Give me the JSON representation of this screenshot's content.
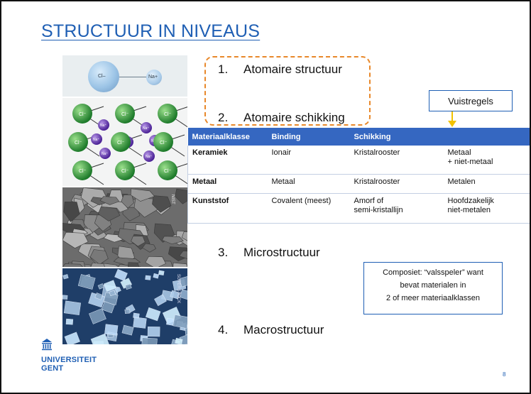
{
  "title": "STRUCTUUR IN NIVEAUS",
  "images": {
    "ion_cl": "Cl–",
    "ion_na": "Na+",
    "lattice_cl": "Cl⁻",
    "lattice_na": "Na⁺",
    "micro_tag": "NIST",
    "macro_tag": "SUPERSTOCK"
  },
  "items": [
    {
      "num": "1.",
      "text": "Atomaire structuur"
    },
    {
      "num": "2.",
      "text": "Atomaire schikking"
    },
    {
      "num": "3.",
      "text": "Microstructuur"
    },
    {
      "num": "4.",
      "text": "Macrostructuur"
    }
  ],
  "callout": "Vuistregels",
  "table": {
    "headers": [
      "Materiaalklasse",
      "Binding",
      "Schikking",
      ""
    ],
    "rows": [
      [
        "Keramiek",
        "Ionair",
        "Kristalrooster",
        "Metaal\n+ niet-metaal"
      ],
      [
        "Metaal",
        "Metaal",
        "Kristalrooster",
        "Metalen"
      ],
      [
        "Kunststof",
        "Covalent (meest)",
        "Amorf of\nsemi-kristallijn",
        "Hoofdzakelijk\nniet-metalen"
      ]
    ]
  },
  "composiet": {
    "line1": "Composiet: “valsspeler” want",
    "line2": "bevat materialen in",
    "line3": "2 of meer materiaalklassen"
  },
  "logo": {
    "line1": "UNIVERSITEIT",
    "line2": "GENT"
  },
  "page_number": "8",
  "colors": {
    "accent": "#1f5fb4",
    "table_header": "#3567c1",
    "dashed_box": "#e8882a",
    "arrow": "#f2c200"
  }
}
